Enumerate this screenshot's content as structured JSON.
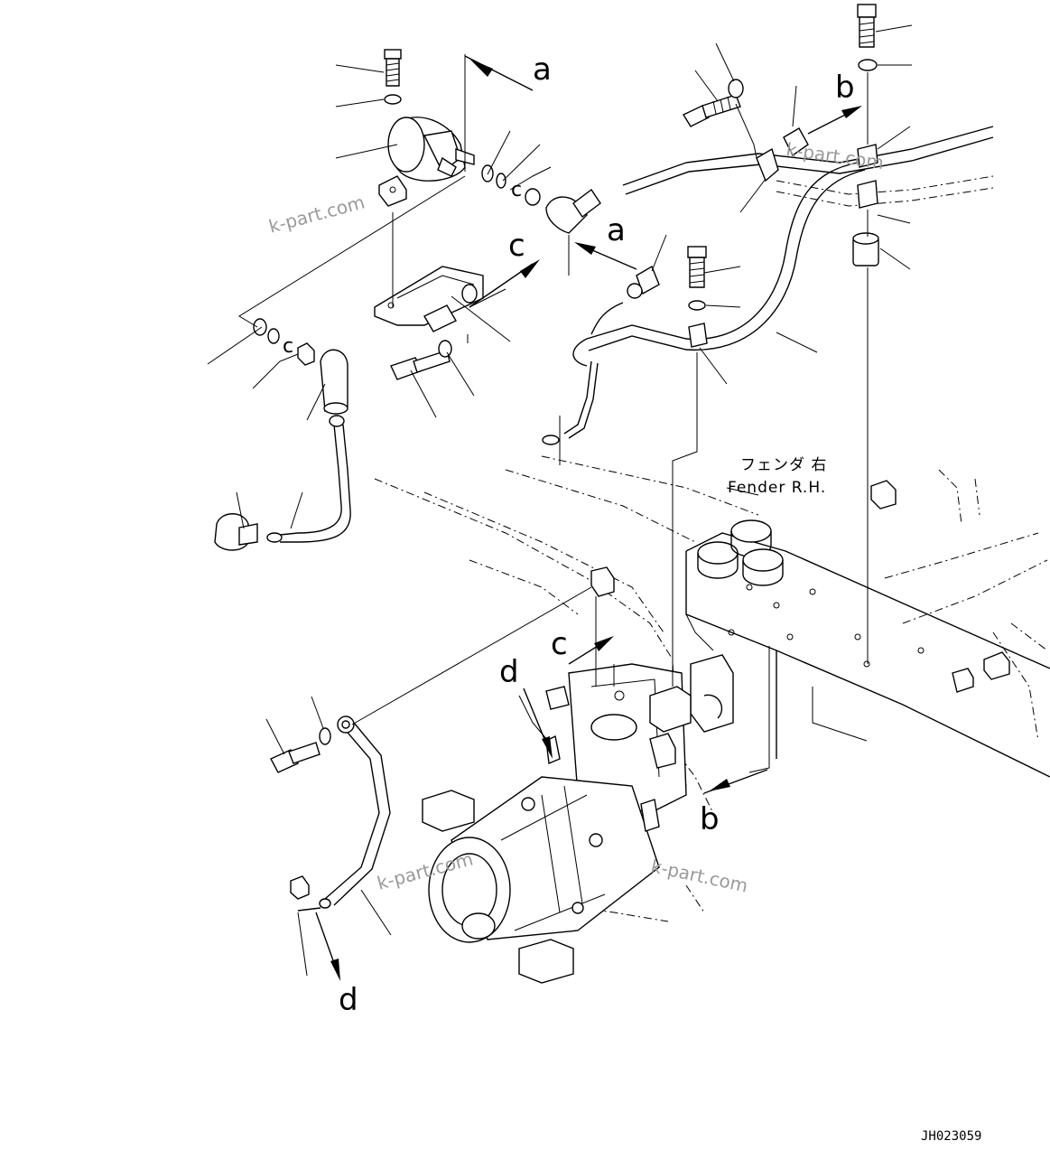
{
  "diagram": {
    "reference_letters": {
      "a_top": "a",
      "a_mid": "a",
      "b_top": "b",
      "b_bottom": "b",
      "c_mid": "c",
      "c_lower": "c",
      "c_washer_1": "c",
      "c_washer_2": "c",
      "d_upper": "d",
      "d_lower": "d"
    },
    "fender_label_jp": "フェンダ 右",
    "fender_label_en": "Fender R.H.",
    "watermarks": [
      "k-part.com",
      "k-part.com",
      "k-part.com",
      "k-part.com"
    ],
    "drawing_code": "JH023059"
  }
}
